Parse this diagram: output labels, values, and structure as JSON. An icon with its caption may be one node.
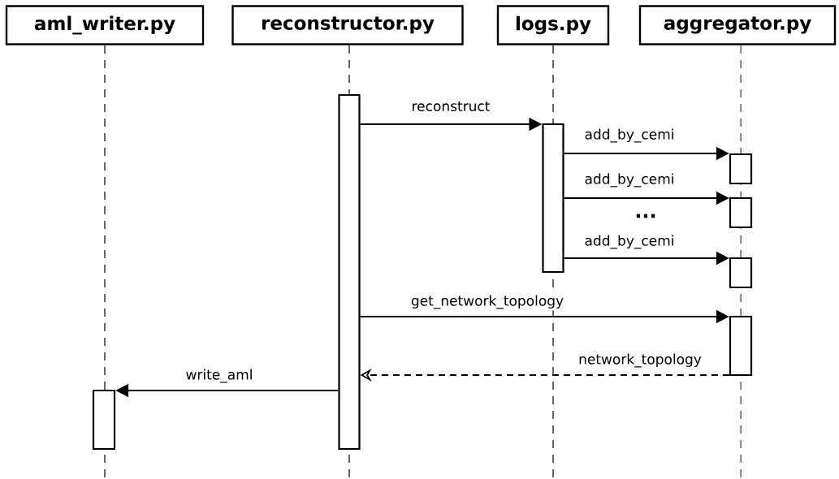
{
  "diagram": {
    "nodes": [
      {
        "text": [
          "aml_writer.py"
        ]
      },
      {
        "text": [
          "reconstructor.py"
        ]
      },
      {
        "text": [
          "logs.py"
        ]
      },
      {
        "text": [
          "aggregator.py"
        ]
      },
      {
        "text": [],
        "shape": "bar"
      },
      {
        "text": [],
        "shape": "bar"
      },
      {
        "text": [],
        "shape": "bar"
      },
      {
        "text": [],
        "shape": "bar"
      },
      {
        "text": [],
        "shape": "bar"
      },
      {
        "text": [],
        "shape": "bar"
      },
      {
        "text": [],
        "shape": "bar"
      }
    ],
    "edges": [
      {
        "from": 4,
        "to": 5,
        "arrow": "to",
        "label": "reconstruct"
      },
      {
        "from": 5,
        "to": 6,
        "arrow": "to",
        "label": "add_by_cemi"
      },
      {
        "from": 5,
        "to": 7,
        "arrow": "to",
        "label": "add_by_cemi"
      },
      {
        "from": 5,
        "to": 8,
        "arrow": "to",
        "label": "add_by_cemi"
      },
      {
        "from": 4,
        "to": 9,
        "arrow": "to",
        "label": "get_network_topology"
      },
      {
        "from": 9,
        "to": 4,
        "arrow": "to",
        "label": "network_topology",
        "style": "dashed"
      },
      {
        "from": 4,
        "to": 10,
        "arrow": "to",
        "label": "write_aml"
      }
    ],
    "labels": [
      "..."
    ]
  }
}
